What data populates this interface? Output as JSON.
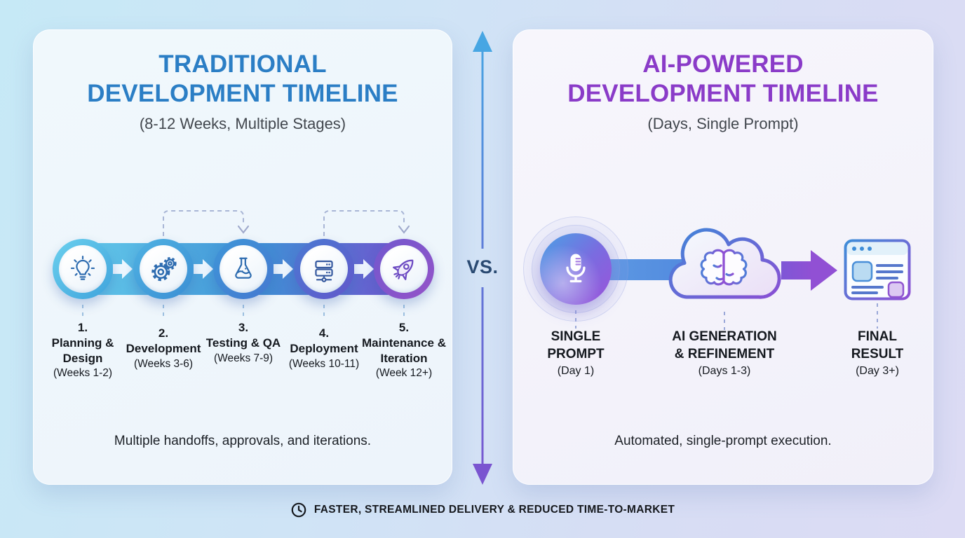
{
  "vs_label": "VS.",
  "left_panel": {
    "title": "TRADITIONAL DEVELOPMENT TIMELINE",
    "subtitle": "(8-12 Weeks, Multiple Stages)",
    "note": "Multiple handoffs, approvals, and iterations.",
    "stages": [
      {
        "number": "1.",
        "name": "Planning & Design",
        "duration": "(Weeks 1-2)",
        "icon": "lightbulb-icon"
      },
      {
        "number": "2.",
        "name": "Development",
        "duration": "(Weeks 3-6)",
        "icon": "gears-icon"
      },
      {
        "number": "3.",
        "name": "Testing & QA",
        "duration": "(Weeks 7-9)",
        "icon": "flask-icon"
      },
      {
        "number": "4.",
        "name": "Deployment",
        "duration": "(Weeks 10-11)",
        "icon": "server-icon"
      },
      {
        "number": "5.",
        "name": "Maintenance & Iteration",
        "duration": "(Week 12+)",
        "icon": "rocket-icon"
      }
    ]
  },
  "right_panel": {
    "title": "AI-POWERED DEVELOPMENT TIMELINE",
    "subtitle": "(Days, Single Prompt)",
    "note": "Automated, single-prompt execution.",
    "steps": [
      {
        "name": "SINGLE PROMPT",
        "duration": "(Day 1)",
        "icon": "microphone-icon"
      },
      {
        "name": "AI GENERATION & REFINEMENT",
        "duration": "(Days 1-3)",
        "icon": "ai-cloud-brain-icon"
      },
      {
        "name": "FINAL RESULT",
        "duration": "(Day 3+)",
        "icon": "browser-window-icon"
      }
    ]
  },
  "footer": {
    "icon": "clock-icon",
    "text": "FASTER, STREAMLINED DELIVERY & REDUCED TIME-TO-MARKET"
  },
  "colors": {
    "left_accent": "#2b7ec5",
    "right_accent": "#8a3bc8",
    "vs_text": "#2a4a72",
    "text_primary": "#15191f",
    "subtitle_gray": "#42474e",
    "timeline_cyan": "#5fc6e9",
    "timeline_blue": "#3f90d5",
    "timeline_purple": "#8a4ed2",
    "dashed_gray": "#a9b6d6"
  }
}
